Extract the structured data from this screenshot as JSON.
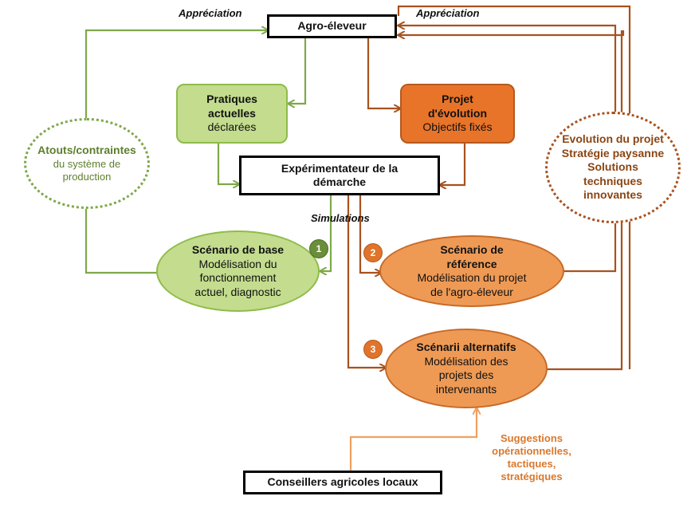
{
  "nodes": {
    "agro": "Agro-éleveur",
    "pratiques": [
      "Pratiques",
      "actuelles",
      "déclarées"
    ],
    "projet": {
      "title": [
        "Projet",
        "d'évolution"
      ],
      "sub": "Objectifs fixés"
    },
    "experimentateur": [
      "Expérimentateur de la",
      "démarche"
    ],
    "atouts": {
      "title": "Atouts/contraintes",
      "sub": [
        "du système de",
        "production"
      ]
    },
    "evolution": [
      "Evolution du projet",
      "Stratégie paysanne",
      "Solutions",
      "techniques",
      "innovantes"
    ],
    "base": {
      "title": "Scénario de base",
      "sub": [
        "Modélisation du",
        "fonctionnement",
        "actuel, diagnostic"
      ]
    },
    "reference": {
      "title": [
        "Scénario de",
        "référence"
      ],
      "sub": [
        "Modélisation du projet",
        "de l'agro-éleveur"
      ]
    },
    "alternatifs": {
      "title": "Scénarii alternatifs",
      "sub": [
        "Modélisation des",
        "projets des",
        "intervenants"
      ]
    },
    "conseillers": "Conseillers agricoles locaux",
    "suggestions": [
      "Suggestions",
      "opérationnelles,",
      "tactiques,",
      "stratégiques"
    ]
  },
  "labels": {
    "appreciation_left": "Appréciation",
    "appreciation_right": "Appréciation",
    "simulations": "Simulations"
  },
  "badges": {
    "one": "1",
    "two": "2",
    "three": "3"
  },
  "colors": {
    "green": "#7fa84a",
    "green_fill": "#c3dc8e",
    "orange_line": "#a8521e",
    "orange_fill": "#e8742a",
    "light_orange": "#f0a060",
    "text_green": "#5f7f2e",
    "text_brown": "#8b4513",
    "suggest": "#d9782d"
  }
}
